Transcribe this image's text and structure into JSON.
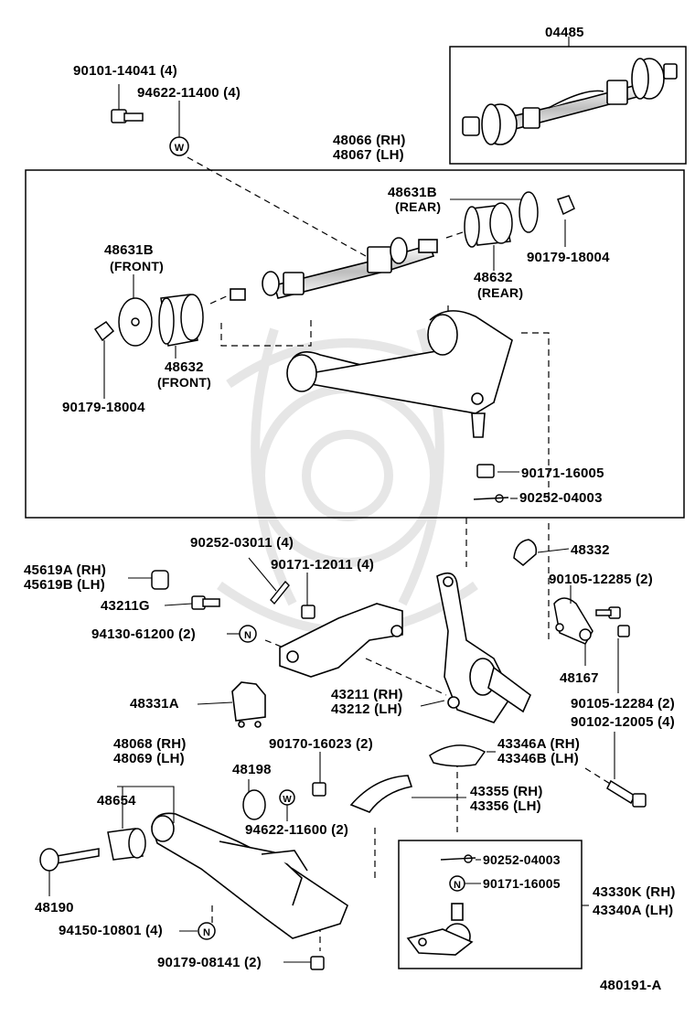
{
  "diagram_code": "480191-A",
  "callouts": {
    "kit": "04485",
    "bolt_14041": "90101-14041 (4)",
    "washer_11400": "94622-11400 (4)",
    "arm_rh": "48066 (RH)",
    "arm_lh": "48067 (LH)",
    "stopper_rear": "48631B",
    "rear_1": "(REAR)",
    "nut_18004_right": "90179-18004",
    "bushing_rear": "48632",
    "rear_2": "(REAR)",
    "stopper_front": "48631B",
    "front_1": "(FRONT)",
    "bushing_front": "48632",
    "front_2": "(FRONT)",
    "nut_18004_left": "90179-18004",
    "nut_16005_upper": "90171-16005",
    "pin_04003_upper": "90252-04003",
    "pin_03011": "90252-03011 (4)",
    "nut_12011": "90171-12011 (4)",
    "cap_rh": "45619A (RH)",
    "cap_lh": "45619B (LH)",
    "bolt_43211g": "43211G",
    "washer_61200": "94130-61200 (2)",
    "bumper_48332": "48332",
    "bolt_12285": "90105-12285 (2)",
    "bracket_48167": "48167",
    "bumper_48331a": "48331A",
    "knuckle_rh": "43211 (RH)",
    "knuckle_lh": "43212 (LH)",
    "bolt_12284": "90105-12284 (2)",
    "bolt_12005": "90102-12005 (4)",
    "lower_arm_rh": "48068 (RH)",
    "lower_arm_lh": "48069 (LH)",
    "nut_16023": "90170-16023 (2)",
    "shim_rh": "43346A (RH)",
    "shim_lh": "43346B (LH)",
    "pad_48198": "48198",
    "bushing_48654": "48654",
    "washer_11600": "94622-11600 (2)",
    "cover_rh": "43355 (RH)",
    "cover_lh": "43356 (LH)",
    "cam_48190": "48190",
    "pin_04003_lower": "90252-04003",
    "nut_16005_lower": "90171-16005",
    "balljoint_rh": "43330K (RH)",
    "balljoint_lh": "43340A (LH)",
    "washer_10801": "94150-10801 (4)",
    "nut_08141": "90179-08141 (2)"
  },
  "icons": {
    "washer_marker": "W",
    "nut_marker": "N"
  },
  "colors": {
    "ink": "#000000",
    "paper": "#ffffff",
    "shade": "#cfcfcf",
    "watermark": "#e4e4e4"
  }
}
